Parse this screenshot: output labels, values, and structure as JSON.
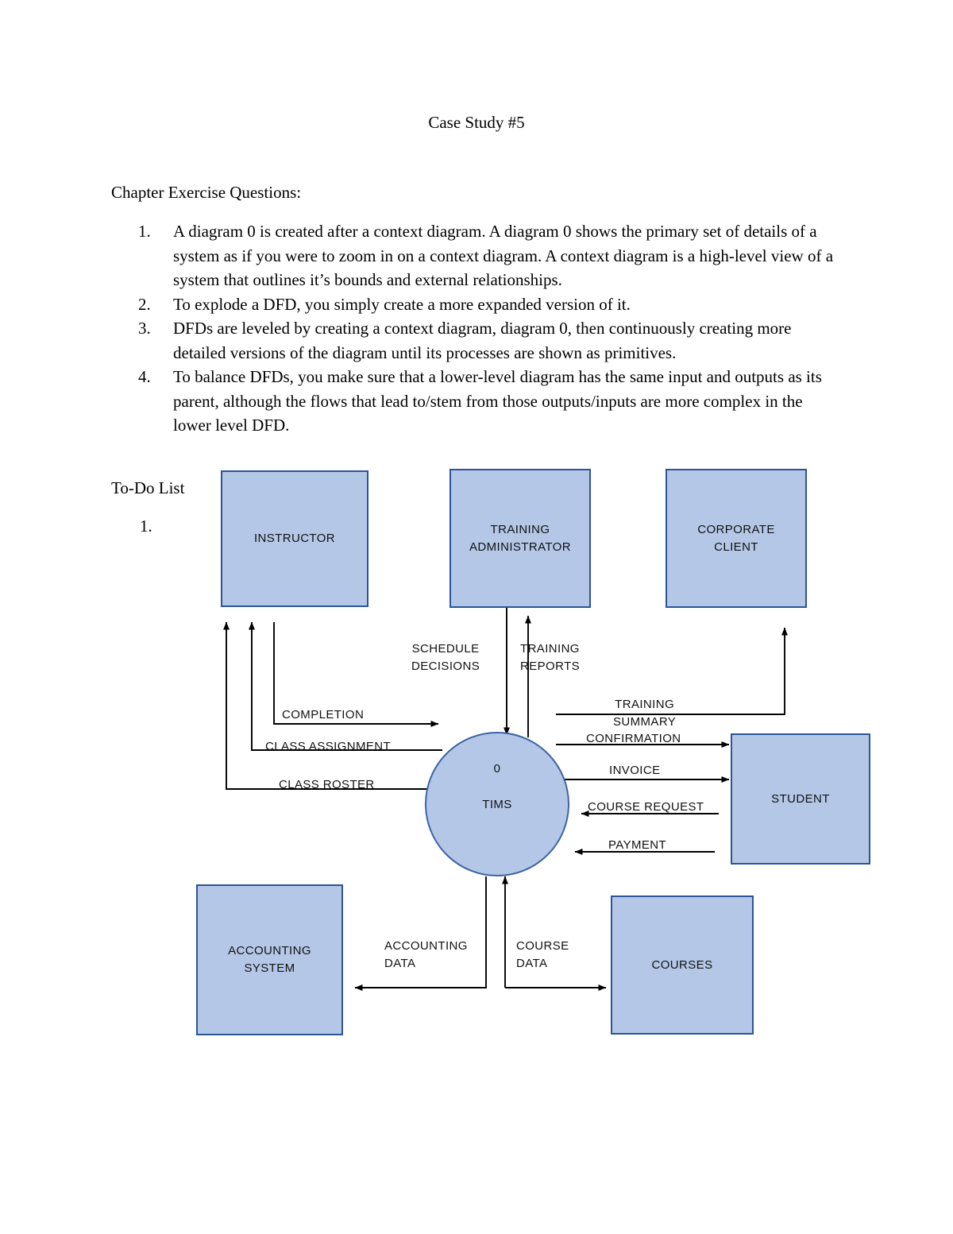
{
  "document": {
    "title": "Case Study #5",
    "section_heading": "Chapter Exercise Questions:",
    "questions": [
      {
        "number": "1.",
        "text": "A diagram 0 is created after a context diagram. A diagram 0 shows the primary set of details of a system as if you were to zoom in on a context diagram. A context diagram is a high-level view of a system that outlines it’s bounds and external relationships."
      },
      {
        "number": "2.",
        "text": "To explode a DFD, you simply create a more expanded version of it."
      },
      {
        "number": "3.",
        "text": "DFDs are leveled by creating a context diagram, diagram 0, then continuously creating more detailed versions of the diagram until its processes are shown as primitives."
      },
      {
        "number": "4.",
        "text": "To balance DFDs, you make sure that a lower-level diagram has the same input and outputs as its parent, although the flows that lead to/stem from those outputs/inputs are more complex in the lower level DFD."
      }
    ],
    "todo_label": "To-Do List",
    "todo_number": "1."
  },
  "diagram": {
    "colors": {
      "entity_fill": "#b4c7e7",
      "entity_border": "#2e5496",
      "process_border": "#3c64a5",
      "line": "#000000"
    },
    "process": {
      "number": "0",
      "name": "TIMS"
    },
    "entities": [
      {
        "id": "instructor",
        "label": "INSTRUCTOR"
      },
      {
        "id": "training-administrator",
        "label_line1": "TRAINING",
        "label_line2": "ADMINISTRATOR"
      },
      {
        "id": "corporate-client",
        "label_line1": "CORPORATE",
        "label_line2": "CLIENT"
      },
      {
        "id": "student",
        "label": "STUDENT"
      },
      {
        "id": "courses",
        "label": "COURSES"
      },
      {
        "id": "accounting-system",
        "label_line1": "ACCOUNTING",
        "label_line2": "SYSTEM"
      }
    ],
    "flows": {
      "schedule_decisions_line1": "SCHEDULE",
      "schedule_decisions_line2": "DECISIONS",
      "training_reports_line1": "TRAINING",
      "training_reports_line2": "REPORTS",
      "completion": "COMPLETION",
      "class_assignment": "CLASS ASSIGNMENT",
      "class_roster": "CLASS ROSTER",
      "training_summary_line1": "TRAINING",
      "training_summary_line2": "SUMMARY",
      "confirmation": "CONFIRMATION",
      "invoice": "INVOICE",
      "course_request": "COURSE REQUEST",
      "payment": "PAYMENT",
      "accounting_data_line1": "ACCOUNTING",
      "accounting_data_line2": "DATA",
      "course_data_line1": "COURSE",
      "course_data_line2": "DATA"
    }
  }
}
